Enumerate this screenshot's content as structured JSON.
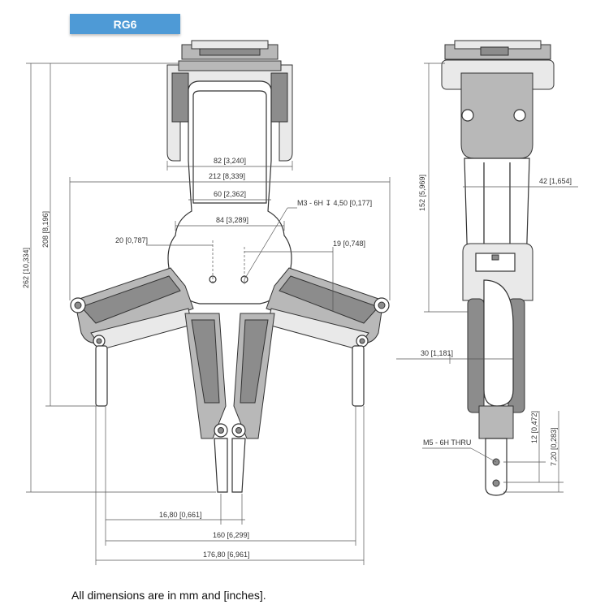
{
  "title": "RG6",
  "footnote": "All dimensions are in mm and [inches].",
  "dimensions": {
    "d82": "82 [3,240]",
    "d212": "212 [8,339]",
    "d60": "60 [2,362]",
    "d84": "84 [3,289]",
    "d20": "20 [0,787]",
    "d19": "19 [0,748]",
    "d_m3": "M3 - 6H ↧ 4,50 [0,177]",
    "d262": "262 [10,334]",
    "d208": "208 [8,196]",
    "d16_80": "16,80 [0,661]",
    "d160": "160 [6,299]",
    "d176_80": "176,80 [6,961]",
    "d152": "152 [5,969]",
    "d42": "42 [1,654]",
    "d30": "30 [1,181]",
    "d12": "12 [0,472]",
    "d7_20": "7,20 [0,283]",
    "d_m5": "M5 - 6H THRU"
  }
}
